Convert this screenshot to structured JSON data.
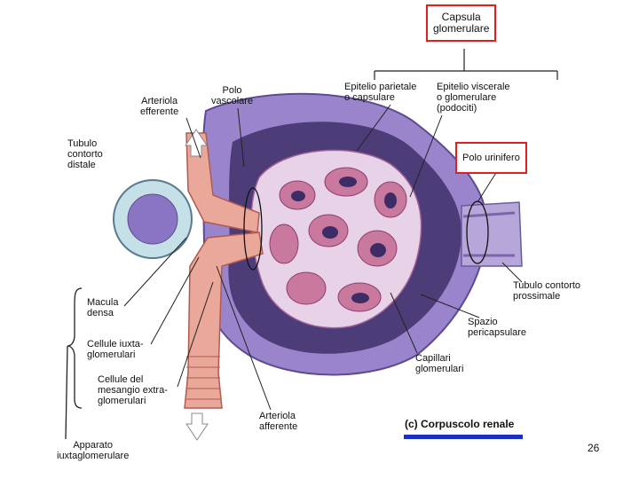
{
  "colors": {
    "highlight_box": "#e02020",
    "caption_bar": "#1a2fc4",
    "capsule_purple": "#8a72c0",
    "capillary_pink": "#d48ca8",
    "arteriole_salmon": "#eaa89a"
  },
  "labels": {
    "capsula_glomerulare": [
      "Capsula",
      "glomerulare"
    ],
    "epitelio_parietale": [
      "Epitelio parietale",
      "o capsulare"
    ],
    "epitelio_viscerale": [
      "Epitelio viscerale",
      "o glomerulare",
      "(podociti)"
    ],
    "polo_urinifero": [
      "Polo urinifero"
    ],
    "arteriola_efferente": [
      "Arteriola",
      "efferente"
    ],
    "polo_vascolare": [
      "Polo",
      "vascolare"
    ],
    "tubulo_distale": [
      "Tubulo",
      "contorto",
      "distale"
    ],
    "macula_densa": [
      "Macula",
      "densa"
    ],
    "cellule_iuxta": [
      "Cellule iuxta-",
      "glomerulari"
    ],
    "cellule_mesangio": [
      "Cellule del",
      "mesangio extra-",
      "glomerulari"
    ],
    "apparato": [
      "Apparato",
      "iuxtaglomerulare"
    ],
    "arteriola_afferente": [
      "Arteriola",
      "afferente"
    ],
    "tubulo_prossimale": [
      "Tubulo contorto",
      "prossimale"
    ],
    "spazio_pericapsulare": [
      "Spazio",
      "pericapsulare"
    ],
    "capillari": [
      "Capillari",
      "glomerulari"
    ]
  },
  "caption": "(c) Corpuscolo renale",
  "page_number": "26"
}
